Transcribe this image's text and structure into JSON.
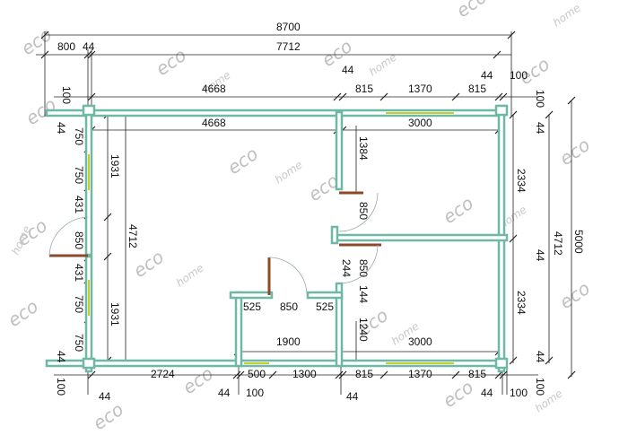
{
  "watermark": {
    "brand": "eco",
    "sub": "home"
  },
  "labels": {
    "d8700": "8700",
    "d800": "800",
    "d44_tl": "44",
    "d7712": "7712",
    "d44_mid": "44",
    "d44_tr": "44",
    "d100_tr": "100",
    "d100_l": "100",
    "d4668_top": "4668",
    "d815_a": "815",
    "d1370_top": "1370",
    "d815_b": "815",
    "d100_r": "100",
    "d44_lrow": "44",
    "d4668_in": "4668",
    "d3000_top": "3000",
    "d44_rrow": "44",
    "d750_1": "750",
    "d750_2": "750",
    "d431_1": "431",
    "d1931_1": "1931",
    "d1384": "1384",
    "d2334_1": "2334",
    "d850_door_r": "850",
    "d4712_l": "4712",
    "d4712_r": "4712",
    "d5000": "5000",
    "d850_l": "850",
    "d44_rmid": "44",
    "d431_2": "431",
    "d244": "244",
    "d850_r2": "850",
    "d144": "144",
    "d750_3": "750",
    "d1931_2": "1931",
    "d525_a": "525",
    "d850_mid": "850",
    "d525_b": "525",
    "d2334_2": "2334",
    "d1240": "1240",
    "d750_4": "750",
    "d1900": "1900",
    "d3000_bot": "3000",
    "d44_lbot": "44",
    "d44_rbot": "44",
    "d100_lbot": "100",
    "d2724": "2724",
    "d500": "500",
    "d1300": "1300",
    "d815_c": "815",
    "d1370_bot": "1370",
    "d815_d": "815",
    "d100_rbot": "100",
    "d44_b1": "44",
    "d44_b2": "44",
    "d100_b": "100",
    "d44_b3": "44",
    "d44_b4": "44",
    "d100_b2": "100"
  }
}
